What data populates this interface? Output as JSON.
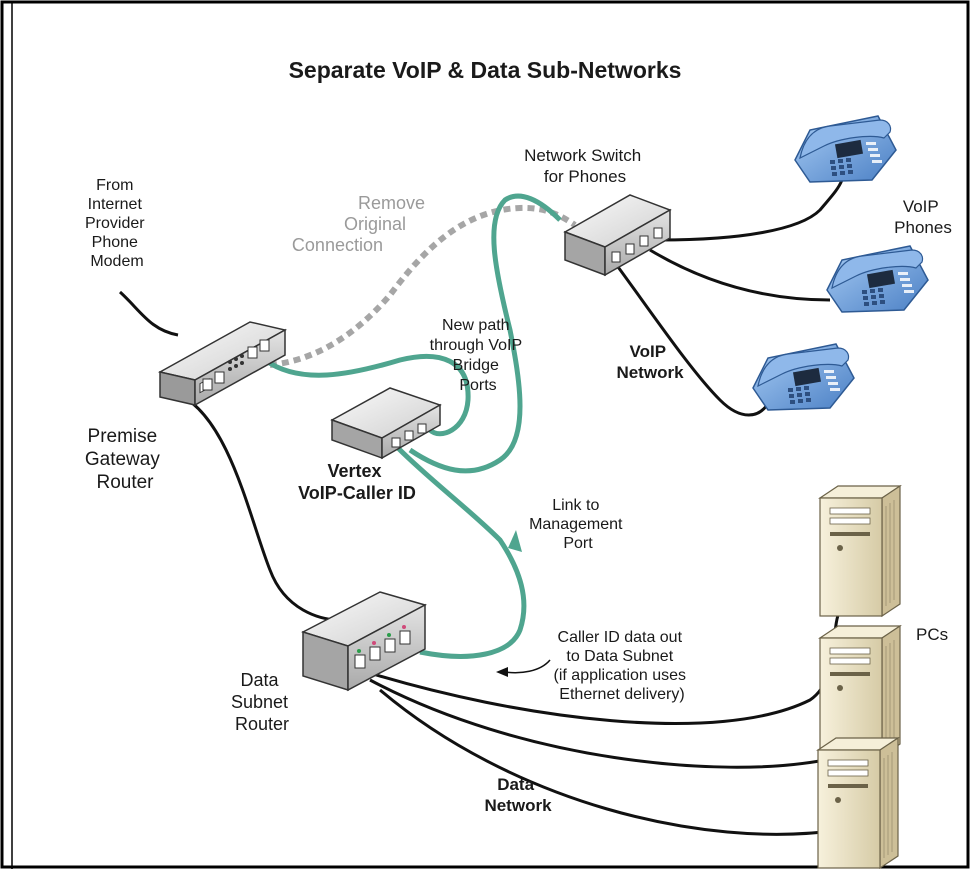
{
  "title": "Separate VoIP & Data Sub-Networks",
  "labels": {
    "internet_source": [
      "From",
      "Internet",
      "Provider",
      "Phone",
      "Modem"
    ],
    "gateway_router": [
      "Premise",
      "Gateway",
      "Router"
    ],
    "remove_connection": [
      "Remove",
      "Original",
      "Connection"
    ],
    "network_switch": [
      "Network Switch",
      "for Phones"
    ],
    "voip_phones": [
      "VoIP",
      "Phones"
    ],
    "new_path": [
      "New path",
      "through VoIP",
      "Bridge",
      "Ports"
    ],
    "voip_network": [
      "VoIP",
      "Network"
    ],
    "vertex_device": [
      "Vertex",
      "VoIP-Caller ID"
    ],
    "management_link": [
      "Link to",
      "Management",
      "Port"
    ],
    "caller_id_out": [
      "Caller ID data out",
      "to Data Subnet",
      "(if application uses",
      "Ethernet delivery)"
    ],
    "data_router": [
      "Data",
      "Subnet",
      "Router"
    ],
    "pcs": [
      "PCs"
    ],
    "data_network": [
      "Data",
      "Network"
    ]
  },
  "colors": {
    "green_path": "#4fa58f",
    "removed_path": "#a6a6a6",
    "cable": "#111111",
    "phone_blue": "#5b8fd0",
    "pc_beige": "#ece3c6",
    "frame": "#000000"
  },
  "icons": [
    "router-icon",
    "switch-icon",
    "phone-icon",
    "pc-tower-icon"
  ]
}
